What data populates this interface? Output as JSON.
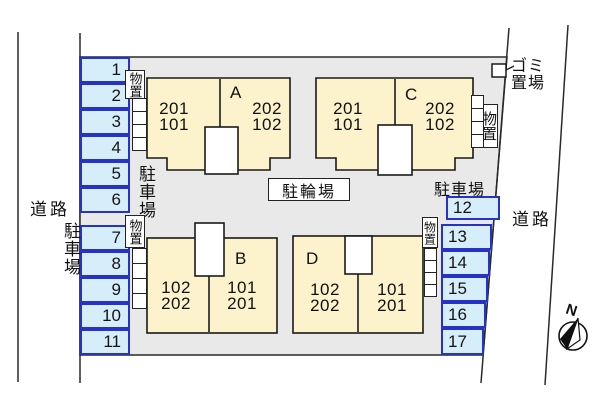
{
  "labels": {
    "road_left": "道路",
    "road_right": "道路",
    "parking_left_road": "駐車場",
    "parking_left_site": "駐車場",
    "parking_right": "駐車場",
    "bicycle_parking": "駐輪場",
    "garbage_area": "ゴミ\n置場",
    "storage": "物置",
    "compass_north": "N"
  },
  "buildings": [
    {
      "name": "A",
      "left_unit": "201\n101",
      "right_unit": "202\n102"
    },
    {
      "name": "B",
      "left_unit": "102\n202",
      "right_unit": "101\n201"
    },
    {
      "name": "C",
      "left_unit": "201\n101",
      "right_unit": "202\n102"
    },
    {
      "name": "D",
      "left_unit": "102\n202",
      "right_unit": "101\n201"
    }
  ],
  "parking_spaces": {
    "left": [
      "1",
      "2",
      "3",
      "4",
      "5",
      "6",
      "7",
      "8",
      "9",
      "10",
      "11"
    ],
    "right": [
      "12",
      "13",
      "14",
      "15",
      "16",
      "17"
    ]
  },
  "colors": {
    "parking_fill": "#d6edfa",
    "parking_border": "#2733c4",
    "building_fill": "#fcf3cd",
    "site_fill": "#e9e9e9",
    "outline": "#1a1a1a"
  }
}
